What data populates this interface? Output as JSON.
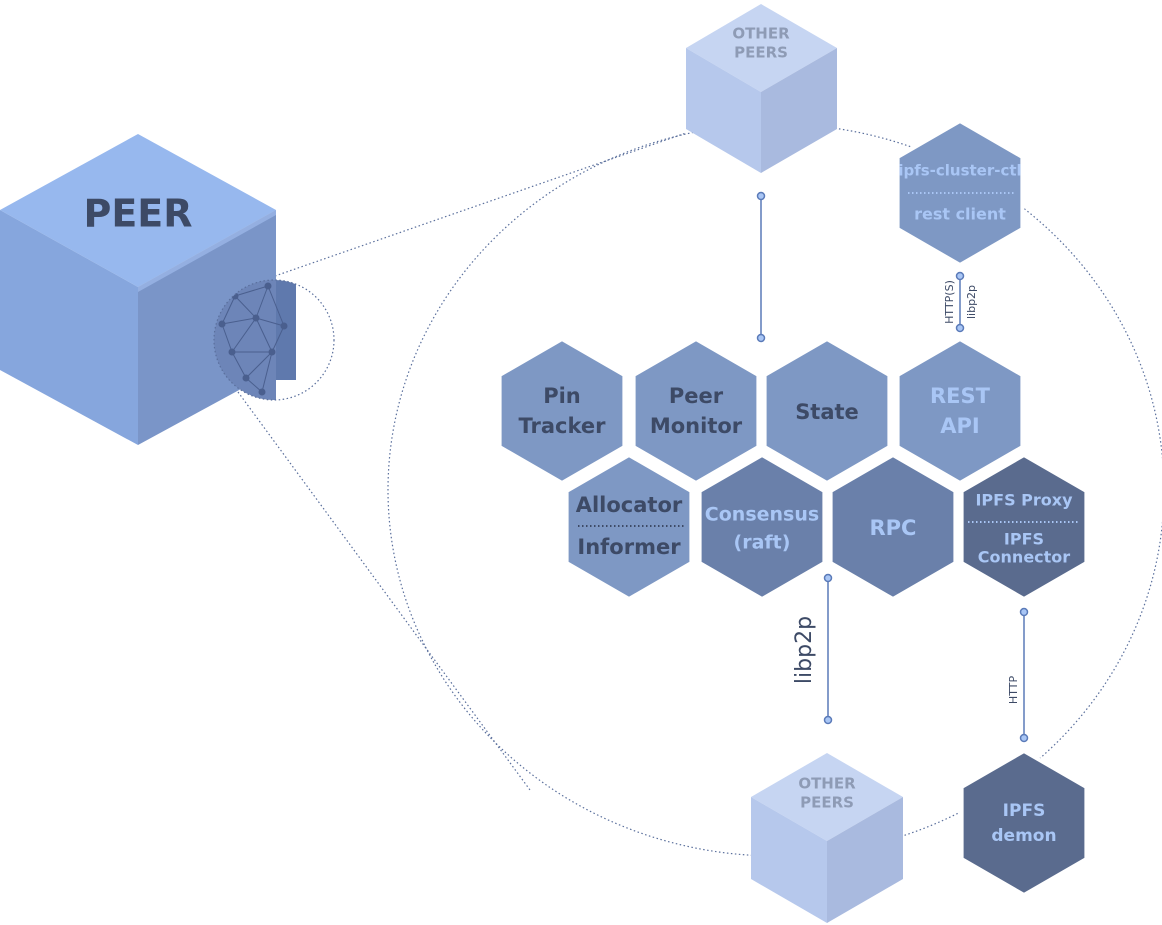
{
  "peer": {
    "label": "PEER"
  },
  "other_peers": {
    "line1": "OTHER",
    "line2": "PEERS"
  },
  "hexes": {
    "pin_tracker": {
      "line1": "Pin",
      "line2": "Tracker"
    },
    "peer_monitor": {
      "line1": "Peer",
      "line2": "Monitor"
    },
    "state": {
      "label": "State"
    },
    "rest_api": {
      "line1": "REST",
      "line2": "API"
    },
    "allocator": {
      "top": "Allocator",
      "bottom": "Informer"
    },
    "consensus": {
      "line1": "Consensus",
      "line2": "(raft)"
    },
    "rpc": {
      "label": "RPC"
    },
    "ipfs_proxy": {
      "top": "IPFS Proxy",
      "bottom1": "IPFS",
      "bottom2": "Connector"
    },
    "ctl": {
      "top": "ipfs-cluster-ctl",
      "bottom": "rest client"
    },
    "ipfs_demon": {
      "line1": "IPFS",
      "line2": "demon"
    }
  },
  "links": {
    "http_s": "HTTP(S)",
    "libp2p_small": "libp2p",
    "libp2p_large": "libp2p",
    "http": "HTTP"
  },
  "colors": {
    "peer_top": "#97b8ee",
    "peer_left": "#86a6dd",
    "peer_right": "#7a95c8",
    "hex_mid": "#7e98c4",
    "hex_dark": "#6a80aa",
    "hex_darkest": "#5a6b8e",
    "text_dark": "#3d4a66",
    "text_light": "#a9c6f5",
    "line": "#5a7ab8"
  }
}
